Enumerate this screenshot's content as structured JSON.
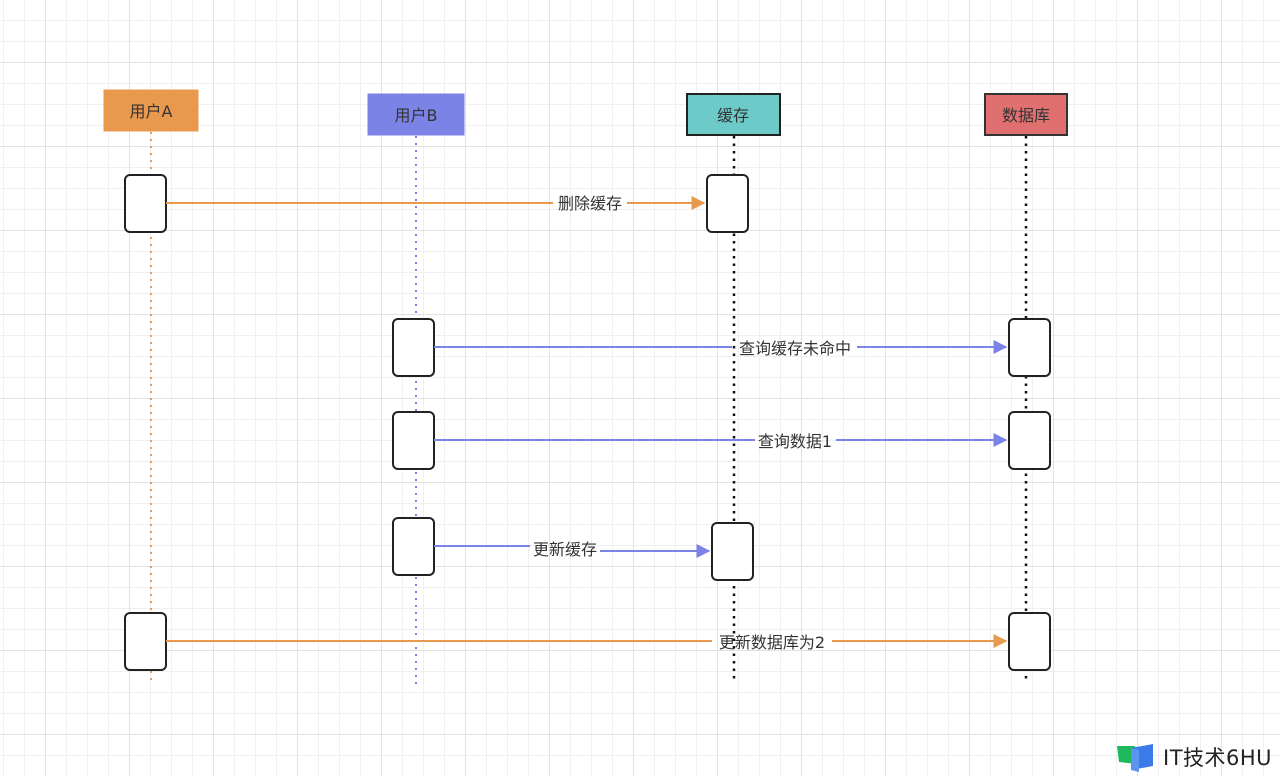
{
  "diagram": {
    "type": "sequence",
    "actors": [
      {
        "id": "userA",
        "label": "用户A",
        "fill": "#E8994E",
        "border": "#E8994E",
        "lifeline": "#E0A060"
      },
      {
        "id": "userB",
        "label": "用户B",
        "fill": "#7B83E6",
        "border": "#7B83E6",
        "lifeline": "#7B83E6"
      },
      {
        "id": "cache",
        "label": "缓存",
        "fill": "#6CCBC9",
        "border": "#222222",
        "lifeline": "#111111"
      },
      {
        "id": "db",
        "label": "数据库",
        "fill": "#E07070",
        "border": "#333333",
        "lifeline": "#111111"
      }
    ],
    "messages": [
      {
        "from": "userA",
        "to": "cache",
        "label": "删除缓存",
        "color": "#E8994E"
      },
      {
        "from": "userB",
        "to": "db",
        "label": "查询缓存未命中",
        "color": "#7B83E6"
      },
      {
        "from": "userB",
        "to": "db",
        "label": "查询数据1",
        "color": "#7B83E6"
      },
      {
        "from": "userB",
        "to": "cache",
        "label": "更新缓存",
        "color": "#7B83E6"
      },
      {
        "from": "userA",
        "to": "db",
        "label": "更新数据库为2",
        "color": "#E8994E"
      }
    ]
  },
  "watermark": {
    "text": "IT技术6HU",
    "icon": "book-logo-icon"
  }
}
